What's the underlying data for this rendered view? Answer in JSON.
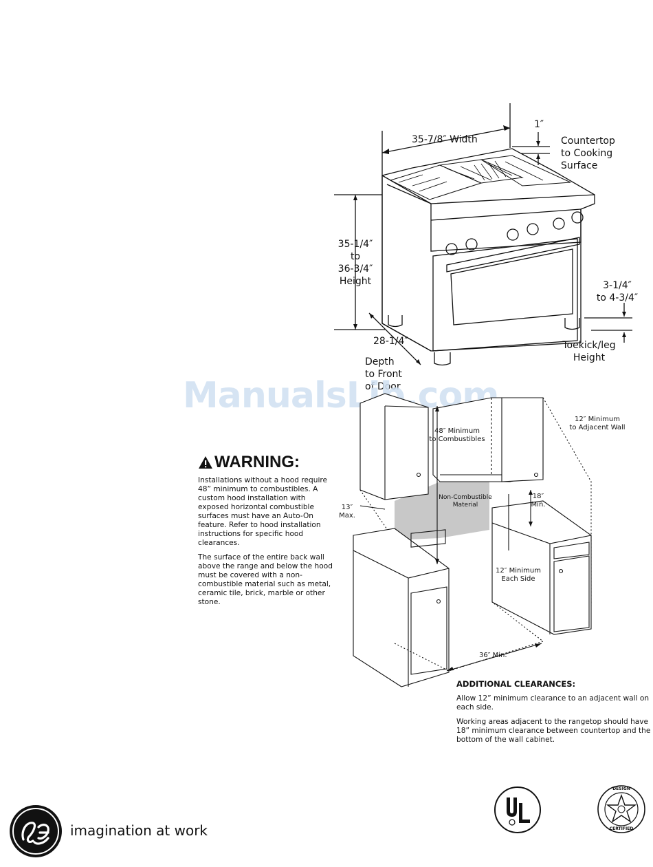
{
  "range_dimensions": {
    "width": "35-7/8″ Width",
    "top_offset": "1″",
    "countertop": [
      "Countertop",
      "to Cooking",
      "Surface"
    ],
    "height": [
      "35-1/4″",
      "to",
      "36-3/4″",
      "Height"
    ],
    "depth_value": "28-1/4″",
    "depth_label": [
      "Depth",
      "to Front",
      "of Door"
    ],
    "toekick_value": [
      "3-1/4″",
      "to 4-3/4″"
    ],
    "toekick_label": [
      "Toekick/leg",
      "Height"
    ]
  },
  "watermark": "ManualsLib.com",
  "clearance_diagram": {
    "min_combustibles": [
      "48″ Minimum",
      "to Combustibles"
    ],
    "adjacent_wall": [
      "12″ Minimum",
      "to Adjacent Wall"
    ],
    "non_combustible": [
      "Non-Combustible",
      "Material"
    ],
    "cabinet_depth": [
      "13″",
      "Max."
    ],
    "countertop_clearance": [
      "18″",
      "Min."
    ],
    "each_side": [
      "12″ Minimum",
      "Each Side"
    ],
    "width_min": "36″ Min."
  },
  "warning": {
    "title": "WARNING:",
    "paragraph_1": "Installations without a hood require 48” minimum to combustibles. A custom hood installation with exposed horizontal combustible surfaces must have an Auto-On feature. Refer to hood installation instructions for specific hood clearances.",
    "paragraph_2": "The surface of the entire back wall above the range and below the hood must be covered with a non-combustible material such as metal, ceramic tile, brick, marble or other stone."
  },
  "additional_clearances": {
    "title": "ADDITIONAL CLEARANCES:",
    "paragraph_1": "Allow 12” minimum clearance to an adjacent wall on each side.",
    "paragraph_2": "Working areas adjacent to the rangetop should have 18” minimum clearance between countertop and the bottom of the wall cabinet."
  },
  "footer": {
    "tagline": "imagination at work",
    "ul_mark": "UL",
    "certified_seal": [
      "DESIGN",
      "CERTIFIED"
    ]
  }
}
